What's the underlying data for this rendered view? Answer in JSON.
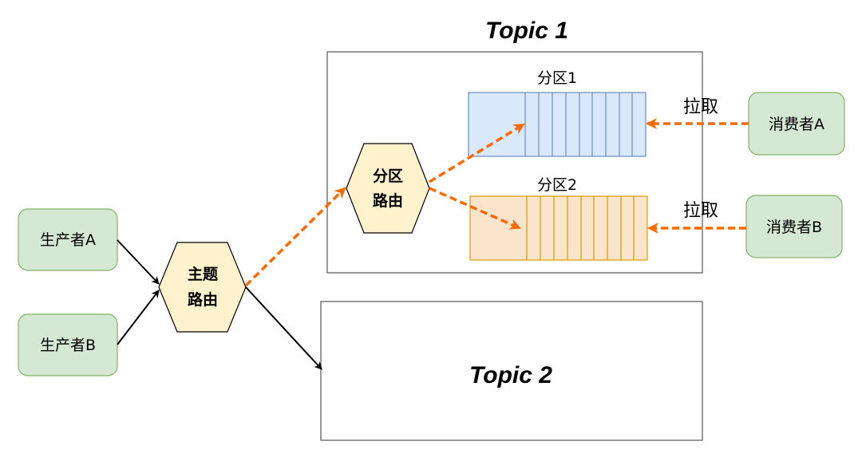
{
  "topics": {
    "topic1": {
      "title": "Topic 1"
    },
    "topic2": {
      "title": "Topic 2"
    }
  },
  "producers": [
    {
      "label": "生产者A"
    },
    {
      "label": "生产者B"
    }
  ],
  "consumers": [
    {
      "label": "消费者A"
    },
    {
      "label": "消费者B"
    }
  ],
  "routers": {
    "topic_router": {
      "line1": "主题",
      "line2": "路由"
    },
    "partition_router": {
      "line1": "分区",
      "line2": "路由"
    }
  },
  "partitions": [
    {
      "label": "分区1"
    },
    {
      "label": "分区2"
    }
  ],
  "pull_labels": [
    "拉取",
    "拉取"
  ],
  "colors": {
    "producer_fill": "#d5e8d4",
    "producer_stroke": "#82b366",
    "consumer_fill": "#d5e8d4",
    "consumer_stroke": "#82b366",
    "hex_fill": "#fff2cc",
    "hex_stroke": "#000000",
    "partition1_fill": "#dae8fc",
    "partition1_stroke": "#6c8ebf",
    "partition2_fill": "#fae4cc",
    "partition2_stroke": "#d79b00",
    "orange_arrow": "#ff6a00",
    "black_arrow": "#000000"
  }
}
